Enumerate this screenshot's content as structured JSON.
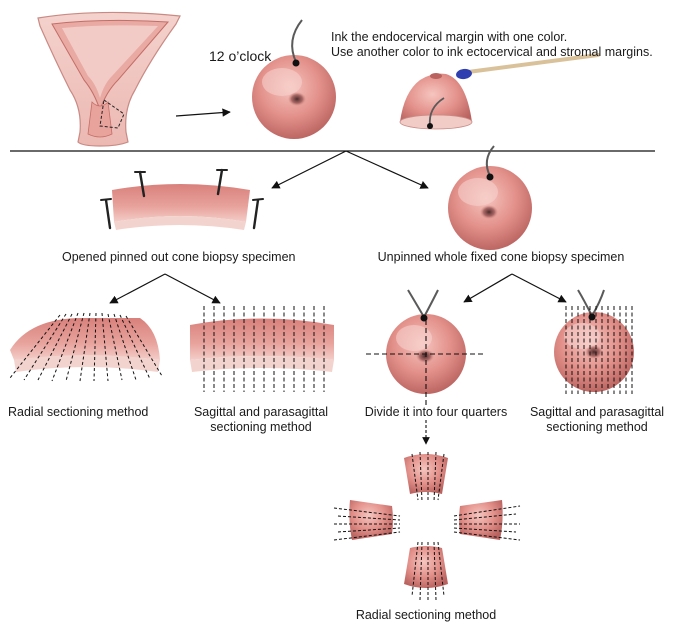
{
  "instructions": {
    "line1": "Ink the endocervical margin with one color.",
    "line2": "Use another color to ink ectocervical and stromal margins."
  },
  "orientation_label": "12 o’clock",
  "branches": {
    "opened": {
      "title": "Opened pinned out cone biopsy specimen",
      "radial": "Radial sectioning method",
      "sagittal_line1": "Sagittal and parasagittal",
      "sagittal_line2": "sectioning method"
    },
    "unpinned": {
      "title": "Unpinned whole fixed cone biopsy specimen",
      "quarters": "Divide it into four quarters",
      "sagittal_line1": "Sagittal and parasagittal",
      "sagittal_line2": "sectioning method"
    }
  },
  "bottom_label": "Radial sectioning method",
  "colors": {
    "tissue": "#e3908a",
    "tissue_dark": "#c96a67",
    "ink_blue": "#2f3fb0",
    "suture": "#5a5a5a"
  }
}
